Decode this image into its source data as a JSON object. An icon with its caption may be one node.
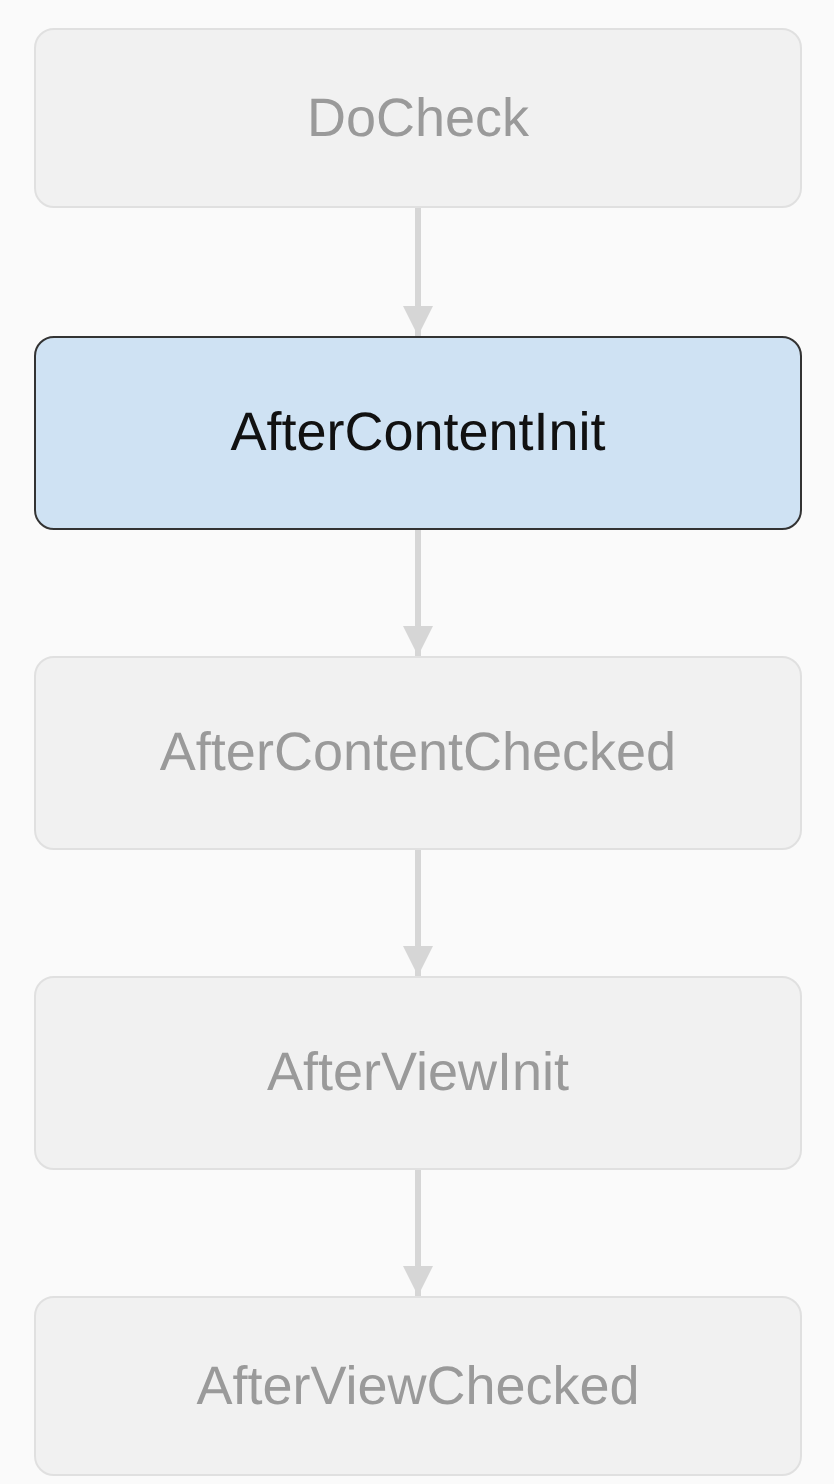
{
  "diagram": {
    "nodes": [
      {
        "text": [
          "DoCheck"
        ]
      },
      {
        "text": [
          "AfterContentInit"
        ]
      },
      {
        "text": [
          "AfterContentChecked"
        ]
      },
      {
        "text": [
          "AfterViewInit"
        ]
      },
      {
        "text": [
          "AfterViewChecked"
        ]
      }
    ],
    "edges": [
      {
        "from": 0,
        "to": 1,
        "arrow": "to"
      },
      {
        "from": 1,
        "to": 2,
        "arrow": "to"
      },
      {
        "from": 2,
        "to": 3,
        "arrow": "to"
      },
      {
        "from": 3,
        "to": 4,
        "arrow": "to"
      }
    ]
  }
}
